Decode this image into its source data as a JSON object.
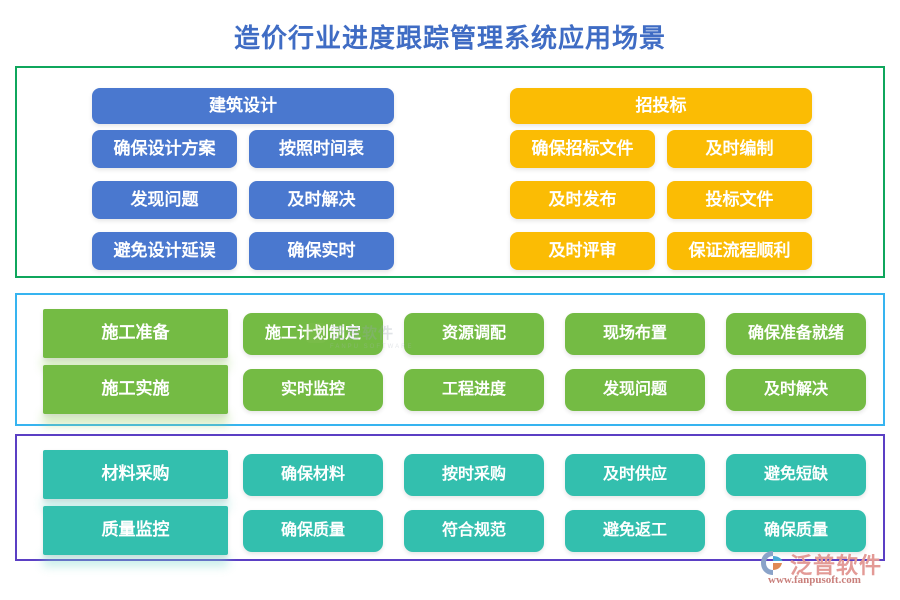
{
  "page": {
    "title": "造价行业进度跟踪管理系统应用场景",
    "title_color": "#3f6cc4",
    "background": "#ffffff"
  },
  "colors": {
    "blue": "#4a78cf",
    "orange": "#fbbc04",
    "green": "#74bb44",
    "teal": "#33bfae",
    "panel_upper_border": "#0fa65c",
    "panel_mid_border": "#36b4f0",
    "panel_lower_border": "#5b3fc4"
  },
  "panels": {
    "upper": {
      "groups": [
        {
          "name": "design",
          "header": "建筑设计",
          "color": "#4a78cf",
          "rows": [
            [
              "确保设计方案",
              "按照时间表"
            ],
            [
              "发现问题",
              "及时解决"
            ],
            [
              "避免设计延误",
              "确保实时"
            ]
          ]
        },
        {
          "name": "bidding",
          "header": "招投标",
          "color": "#fbbc04",
          "rows": [
            [
              "确保招标文件",
              "及时编制"
            ],
            [
              "及时发布",
              "投标文件"
            ],
            [
              "及时评审",
              "保证流程顺利"
            ]
          ]
        }
      ]
    },
    "mid": {
      "name": "construction",
      "color": "#74bb44",
      "rows": [
        {
          "lead": "施工准备",
          "nodes": [
            "施工计划制定",
            "资源调配",
            "现场布置",
            "确保准备就绪"
          ]
        },
        {
          "lead": "施工实施",
          "nodes": [
            "实时监控",
            "工程进度",
            "发现问题",
            "及时解决"
          ]
        }
      ]
    },
    "lower": {
      "name": "material-quality",
      "color": "#33bfae",
      "rows": [
        {
          "lead": "材料采购",
          "nodes": [
            "确保材料",
            "按时采购",
            "及时供应",
            "避免短缺"
          ]
        },
        {
          "lead": "质量监控",
          "nodes": [
            "确保质量",
            "符合规范",
            "避免返工",
            "确保质量"
          ]
        }
      ]
    }
  },
  "watermark": {
    "text": "泛普软件",
    "sub": "FANPU SOFTWARE"
  },
  "brand": {
    "name": "泛普软件",
    "url": "www.fanpusoft.com"
  }
}
